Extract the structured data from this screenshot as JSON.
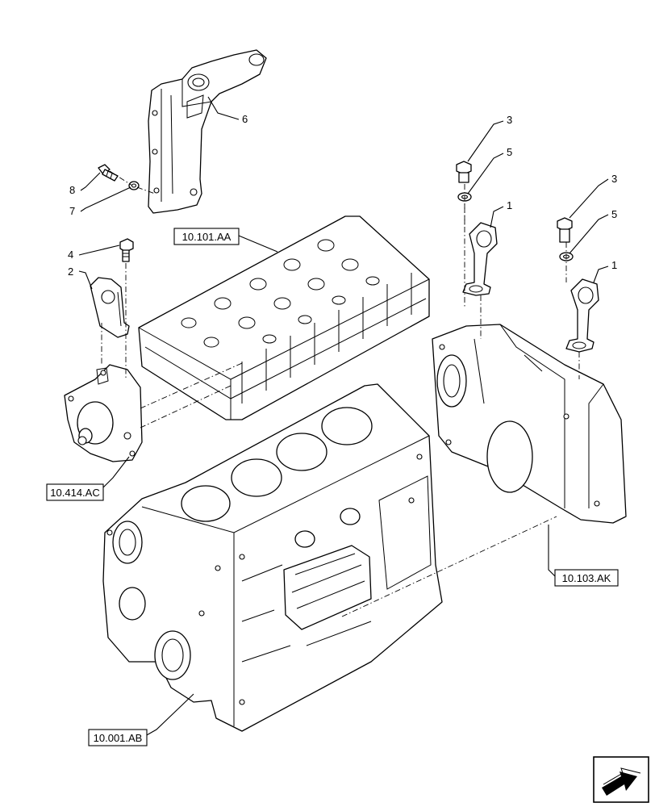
{
  "callouts": {
    "c1a": "1",
    "c1b": "1",
    "c2": "2",
    "c3a": "3",
    "c3b": "3",
    "c4": "4",
    "c5a": "5",
    "c5b": "5",
    "c6": "6",
    "c7": "7",
    "c8": "8"
  },
  "references": {
    "cylinder_head": "10.101.AA",
    "water_pump": "10.414.AC",
    "timing_cover": "10.103.AK",
    "engine_block": "10.001.AB"
  },
  "icons": {
    "navigation": "page-navigation-arrow-icon"
  }
}
